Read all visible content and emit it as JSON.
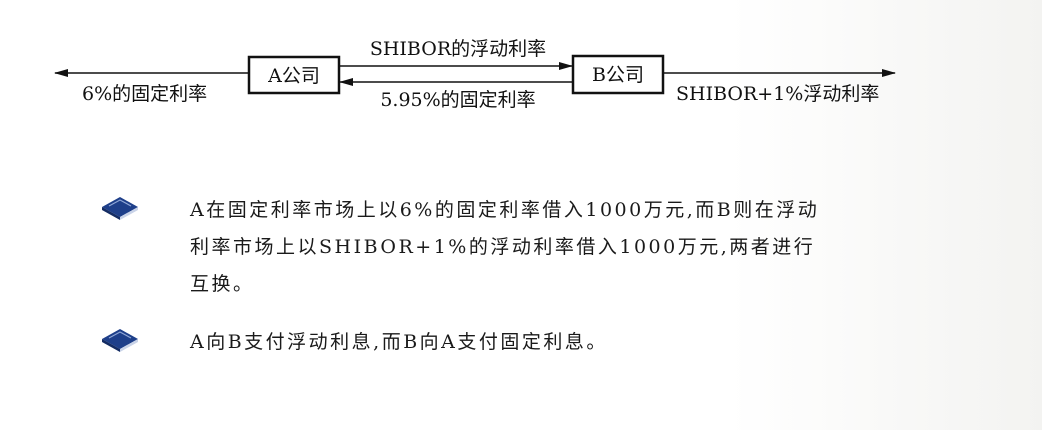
{
  "diagram": {
    "company_a": "A公司",
    "company_b": "B公司",
    "label_a_left": "6%的固定利率",
    "label_a_to_b": "SHIBOR的浮动利率",
    "label_b_to_a": "5.95%的固定利率",
    "label_b_right": "SHIBOR+1%浮动利率"
  },
  "bullets": [
    {
      "icon": "book-icon",
      "text": "A在固定利率市场上以6%的固定利率借入1000万元,而B则在浮动利率市场上以SHIBOR+1%的浮动利率借入1000万元,两者进行互换。"
    },
    {
      "icon": "book-icon",
      "text": "A向B支付浮动利息,而B向A支付固定利息。"
    }
  ],
  "colors": {
    "icon": "#1e3f8a",
    "line": "#111111"
  }
}
